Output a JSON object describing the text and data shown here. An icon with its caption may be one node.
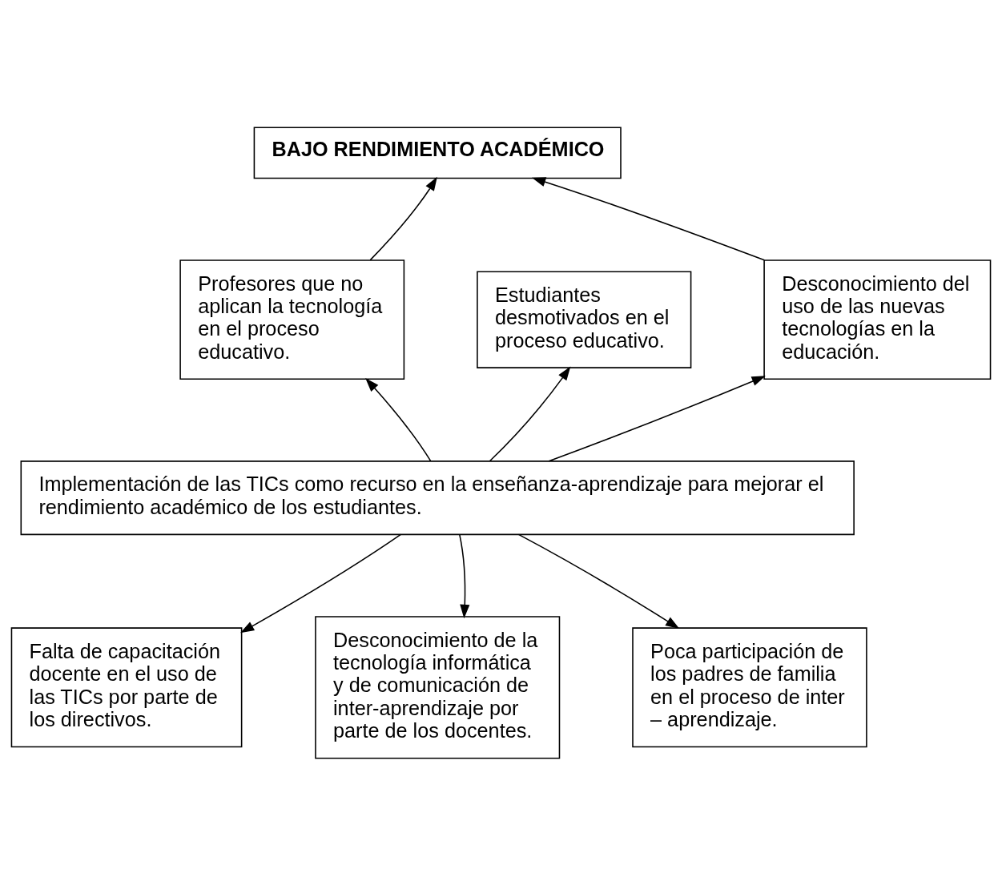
{
  "diagram": {
    "nodes": [
      {
        "text": [
          "BAJO RENDIMIENTO ACADÉMICO"
        ]
      },
      {
        "text": [
          "Profesores que no aplican la tecnología en el proceso educativo."
        ]
      },
      {
        "text": [
          "Estudiantes desmotivados en el proceso educativo."
        ]
      },
      {
        "text": [
          "Desconocimiento del uso de las nuevas tecnologías en la educación."
        ]
      },
      {
        "text": [
          "Implementación de las TICs como recurso en la enseñanza-aprendizaje para mejorar el rendimiento académico de los estudiantes."
        ]
      },
      {
        "text": [
          "Falta de capacitación docente en el uso de las TICs por parte de los directivos."
        ]
      },
      {
        "text": [
          "Desconocimiento de la tecnología informática y de comunicación de inter-aprendizaje por parte de los docentes."
        ]
      },
      {
        "text": [
          "Poca participación de los padres de familia en el proceso de inter – aprendizaje."
        ]
      }
    ],
    "edges": [
      {
        "from": 1,
        "to": 0,
        "arrow": "to"
      },
      {
        "from": 3,
        "to": 0,
        "arrow": "to"
      },
      {
        "from": 4,
        "to": 1,
        "arrow": "to"
      },
      {
        "from": 4,
        "to": 2,
        "arrow": "to"
      },
      {
        "from": 4,
        "to": 3,
        "arrow": "to"
      },
      {
        "from": 4,
        "to": 5,
        "arrow": "to"
      },
      {
        "from": 4,
        "to": 6,
        "arrow": "to"
      },
      {
        "from": 4,
        "to": 7,
        "arrow": "to"
      }
    ]
  }
}
